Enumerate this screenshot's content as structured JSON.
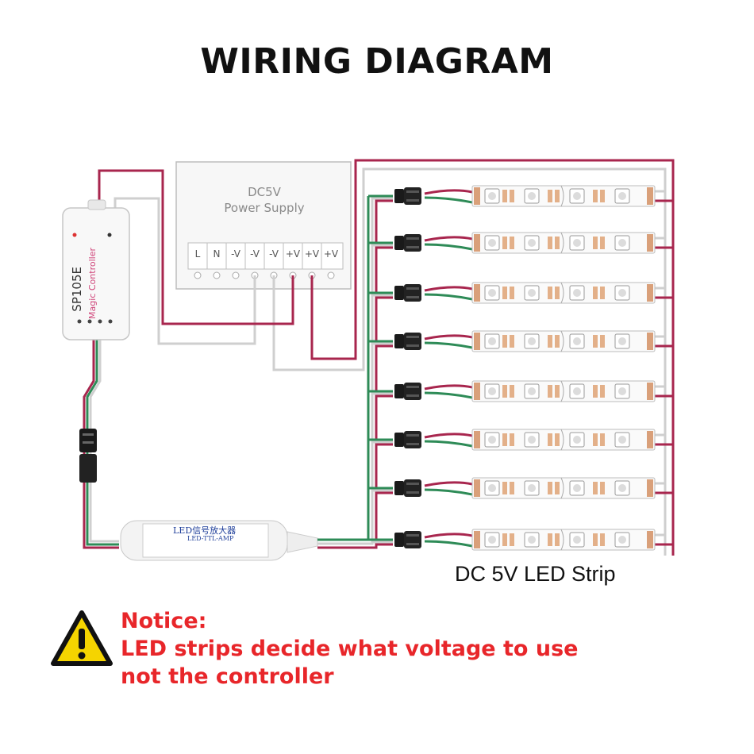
{
  "title": "WIRING DIAGRAM",
  "power_supply": {
    "title": "DC5V",
    "subtitle": "Power Supply",
    "terminals": [
      "L",
      "N",
      "-V",
      "-V",
      "-V",
      "+V",
      "+V",
      "+V"
    ]
  },
  "controller": {
    "model": "SP105E",
    "brand": "Magic Controller"
  },
  "amplifier": {
    "label": "LED信号放大器",
    "sublabel": "LED-TTL-AMP"
  },
  "strip_label": "DC 5V LED Strip",
  "notice": {
    "heading": "Notice:",
    "line1": "LED strips decide what voltage to use",
    "line2": "not the controller"
  },
  "colors": {
    "positive_wire": "#a8264e",
    "negative_wire": "#c8c8c8",
    "data_wire": "#2e8b57",
    "notice_text": "#e8262a",
    "warning_fill": "#f5d400"
  },
  "icons": [
    "warning-icon",
    "connector-icon"
  ]
}
